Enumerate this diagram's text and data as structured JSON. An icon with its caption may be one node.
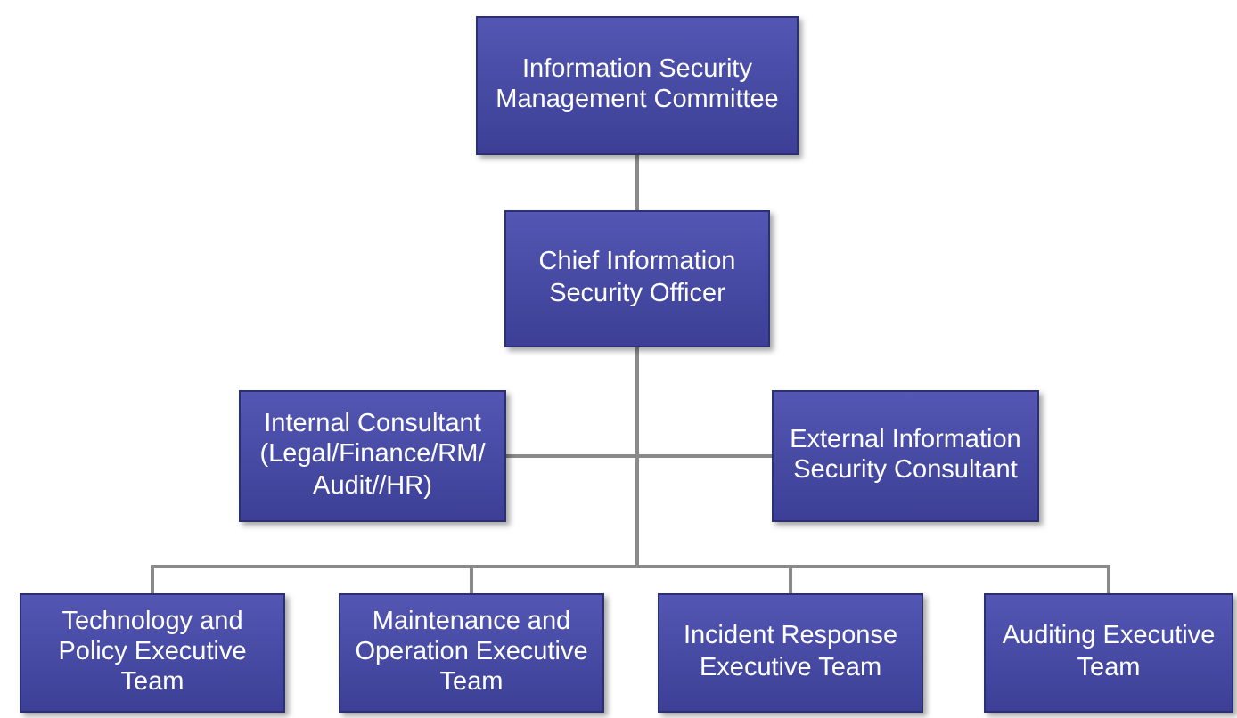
{
  "diagram": {
    "nodes": [
      {
        "text": [
          "Information Security Management Committee"
        ]
      },
      {
        "text": [
          "Chief Information Security Officer"
        ]
      },
      {
        "text": [
          "Internal Consultant (Legal/Finance/RM/ Audit//HR)"
        ]
      },
      {
        "text": [
          "External Information Security Consultant"
        ]
      },
      {
        "text": [
          "Technology and Policy Executive Team"
        ]
      },
      {
        "text": [
          "Maintenance and Operation Executive Team"
        ]
      },
      {
        "text": [
          "Incident Response Executive Team"
        ]
      },
      {
        "text": [
          "Auditing Executive Team"
        ]
      }
    ],
    "edges": [
      {
        "from": 0,
        "to": 1,
        "arrow": "none"
      },
      {
        "from": 1,
        "to": 2,
        "arrow": "none"
      },
      {
        "from": 1,
        "to": 3,
        "arrow": "none"
      },
      {
        "from": 1,
        "to": 4,
        "arrow": "none"
      },
      {
        "from": 1,
        "to": 5,
        "arrow": "none"
      },
      {
        "from": 1,
        "to": 6,
        "arrow": "none"
      },
      {
        "from": 1,
        "to": 7,
        "arrow": "none"
      }
    ]
  }
}
